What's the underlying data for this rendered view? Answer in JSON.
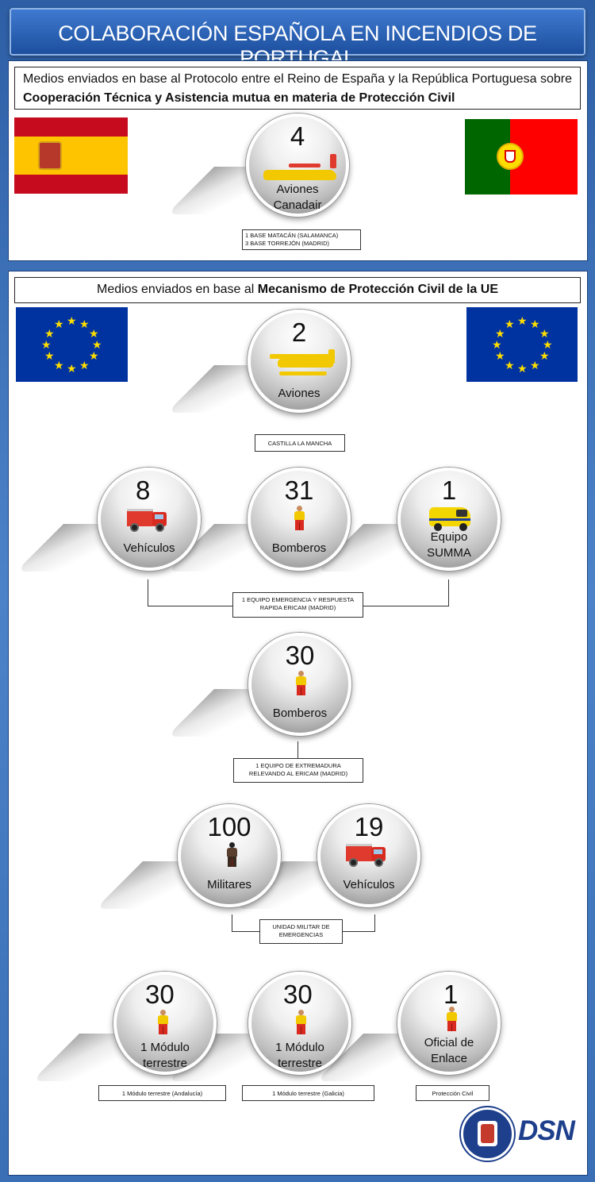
{
  "title": "COLABORACIÓN ESPAÑOLA EN INCENDIOS DE PORTUGAL",
  "section1": {
    "intro": "Medios enviados en base al Protocolo entre el Reino de España y la República Portuguesa sobre ",
    "intro_bold": "Cooperación Técnica y Asistencia mutua en materia de Protección Civil",
    "items": [
      {
        "count": "4",
        "label_line1": "Aviones",
        "label_line2": "Canadair",
        "tag_line1": "1 BASE MATACÁN (SALAMANCA)",
        "tag_line2": "3 BASE TORREJÓN (MADRID)"
      }
    ]
  },
  "section2": {
    "intro": "Medios enviados en base al ",
    "intro_bold": "Mecanismo de Protección Civil de la UE",
    "planes": {
      "count": "2",
      "label": "Aviones",
      "tag": "CASTILLA LA MANCHA"
    },
    "ericam": {
      "vehicles": {
        "count": "8",
        "label": "Vehículos"
      },
      "bomberos": {
        "count": "31",
        "label": "Bomberos"
      },
      "summa": {
        "count": "1",
        "label_line1": "Equipo",
        "label_line2": "SUMMA"
      },
      "tag_line1": "1 EQUIPO EMERGENCIA Y RESPUESTA",
      "tag_line2": "RAPIDA ERICAM (MADRID)"
    },
    "extremadura": {
      "count": "30",
      "label": "Bomberos",
      "tag_line1": "1 EQUIPO DE EXTREMADURA",
      "tag_line2": "RELEVANDO AL ERICAM (MADRID)"
    },
    "ume": {
      "militares": {
        "count": "100",
        "label": "Militares"
      },
      "vehicles": {
        "count": "19",
        "label": "Vehículos"
      },
      "tag_line1": "UNIDAD MILITAR DE",
      "tag_line2": "EMERGENCIAS"
    },
    "modules": [
      {
        "count": "30",
        "label_line1": "1 Módulo",
        "label_line2": "terrestre",
        "tag": "1 Módulo terrestre (Andalucía)"
      },
      {
        "count": "30",
        "label_line1": "1 Módulo",
        "label_line2": "terrestre",
        "tag": "1 Módulo terrestre (Galicia)"
      },
      {
        "count": "1",
        "label_line1": "Oficial de",
        "label_line2": "Enlace",
        "tag": "Protección Civil"
      }
    ]
  },
  "footer": {
    "logo_text": "DSN"
  },
  "colors": {
    "spain_red": "#c60b1e",
    "spain_yellow": "#ffc400",
    "portugal_green": "#006600",
    "portugal_red": "#ff0000",
    "eu_blue": "#0033a0",
    "eu_star": "#ffdd00"
  }
}
